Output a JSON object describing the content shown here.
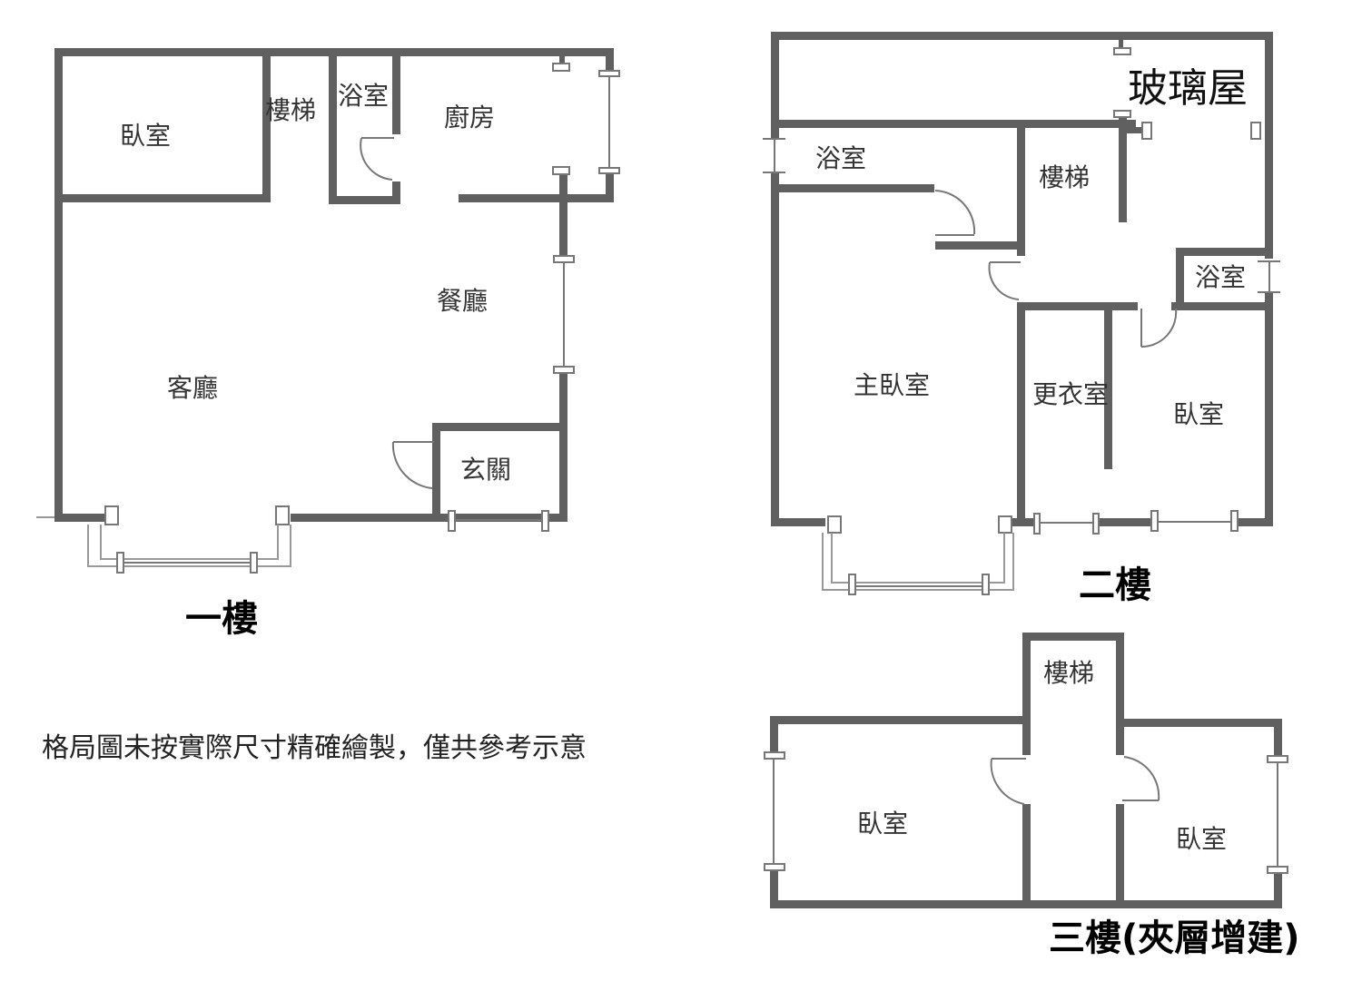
{
  "colors": {
    "wall": "#606060",
    "window": "#888888",
    "text": "#333333",
    "background": "#ffffff"
  },
  "floor1": {
    "title": "一樓",
    "rooms": {
      "bedroom": "臥室",
      "stairs": "樓梯",
      "bathroom": "浴室",
      "kitchen": "廚房",
      "dining": "餐廳",
      "living": "客廳",
      "foyer": "玄關"
    }
  },
  "floor2": {
    "title": "二樓",
    "rooms": {
      "sunroom": "玻璃屋",
      "bathroom_west": "浴室",
      "stairs": "樓梯",
      "bathroom_east": "浴室",
      "master_bedroom": "主臥室",
      "walk_in_closet": "更衣室",
      "bedroom": "臥室"
    }
  },
  "floor3": {
    "title": "三樓(夾層增建)",
    "rooms": {
      "stairs": "樓梯",
      "bedroom_west": "臥室",
      "bedroom_east": "臥室"
    }
  },
  "disclaimer": "格局圖未按實際尺寸精確繪製，僅共參考示意"
}
